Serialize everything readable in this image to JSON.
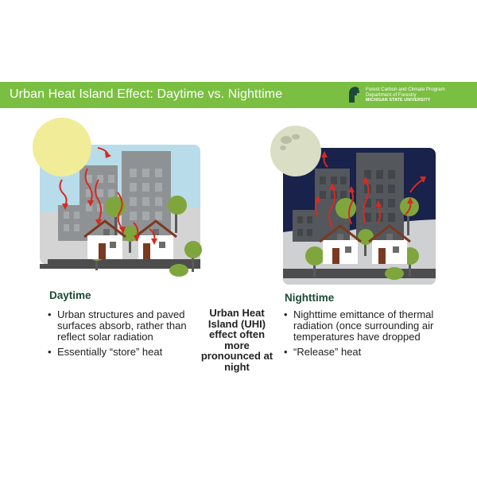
{
  "banner": {
    "title": "Urban Heat Island Effect: Daytime vs. Nighttime",
    "logo": {
      "line1": "Forest Carbon and Climate Program",
      "line2": "Department of Forestry",
      "line3": "MICHIGAN STATE UNIVERSITY"
    },
    "color": "#7bbf42"
  },
  "daytime": {
    "heading": "Daytime",
    "bullets": [
      "Urban structures and paved surfaces absorb, rather than reflect solar radiation",
      "Essentially “store” heat"
    ],
    "sky_color": "#b9dcea",
    "sun_color": "#f0ec98"
  },
  "nighttime": {
    "heading": "Nighttime",
    "bullets": [
      "Nighttime emittance of thermal radiation (once surrounding air temperatures have dropped",
      "“Release” heat"
    ],
    "sky_color": "#18224a",
    "moon_color": "#d9dec5"
  },
  "center_note": "Urban Heat Island (UHI) effect often more pronounced at night",
  "colors": {
    "heading": "#1d4a36",
    "arrow": "#d62a22",
    "building": "#8f9294",
    "tree": "#7fa63d"
  }
}
